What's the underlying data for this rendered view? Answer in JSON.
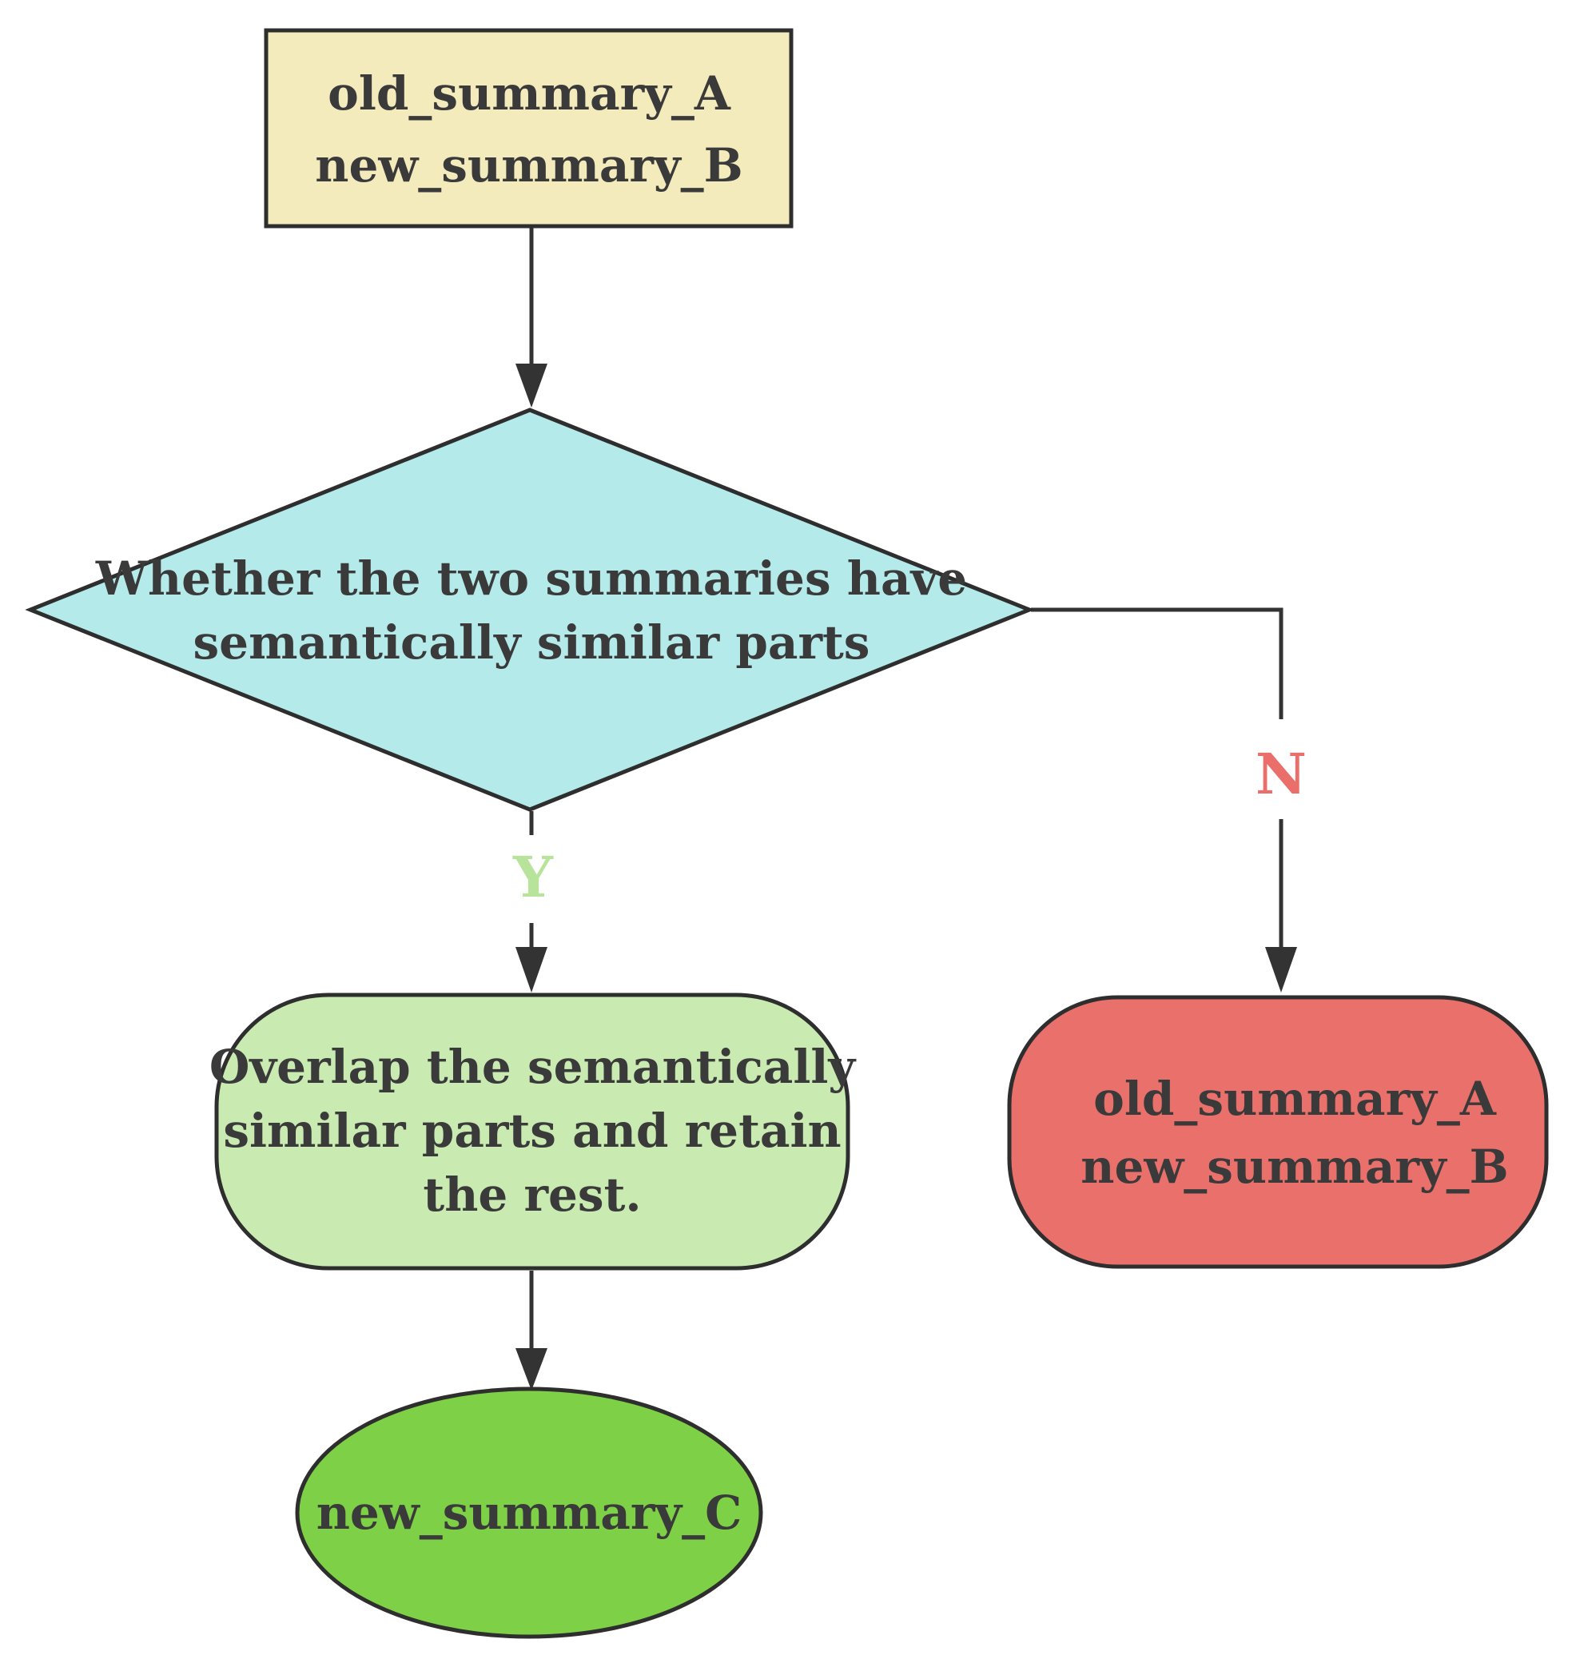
{
  "colors": {
    "start_fill": "#f4ebbd",
    "decision_fill": "#b5eaea",
    "yes_node_fill": "#c9ebb2",
    "no_node_fill": "#ea706c",
    "end_node_fill": "#7ed047",
    "yes_label_color": "#b7e39b",
    "no_label_color": "#ea6e6a"
  },
  "nodes": {
    "start": {
      "lines": [
        "old_summary_A",
        "new_summary_B"
      ]
    },
    "decision": {
      "lines": [
        "Whether the two summaries have",
        "semantically similar parts"
      ]
    },
    "yes_process": {
      "lines": [
        "Overlap the semantically",
        "similar parts and retain",
        "the rest."
      ]
    },
    "no_result": {
      "lines": [
        "old_summary_A",
        "new_summary_B"
      ]
    },
    "end": {
      "lines": [
        "new_summary_C"
      ]
    }
  },
  "edges": {
    "yes_label": "Y",
    "no_label": "N"
  }
}
